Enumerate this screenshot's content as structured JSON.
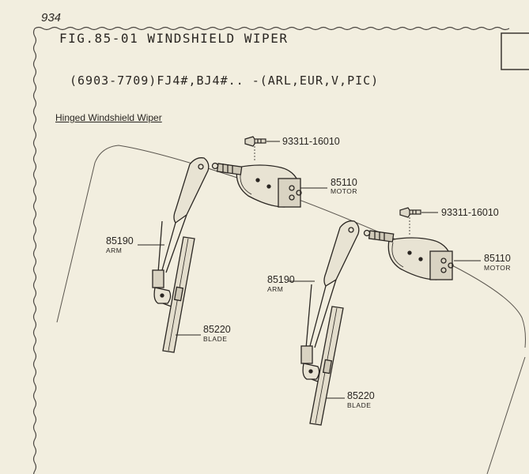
{
  "page_number": "934",
  "figure_title": "FIG.85-01 WINDSHIELD WIPER",
  "model_line": "(6903-7709)FJ4#,BJ4#.. -(ARL,EUR,V,PIC)",
  "section_title": "Hinged Windshield Wiper",
  "left_assembly": {
    "bolt": {
      "number": "93311-16010"
    },
    "motor": {
      "number": "85110",
      "name": "MOTOR"
    },
    "arm": {
      "number": "85190",
      "name": "ARM"
    },
    "blade": {
      "number": "85220",
      "name": "BLADE"
    }
  },
  "right_assembly": {
    "bolt": {
      "number": "93311-16010"
    },
    "motor": {
      "number": "85110",
      "name": "MOTOR"
    },
    "arm": {
      "number": "85190",
      "name": "ARM"
    },
    "blade": {
      "number": "85220",
      "name": "BLADE"
    }
  },
  "colors": {
    "paper": "#f2eedf",
    "ink": "#2a2622"
  }
}
